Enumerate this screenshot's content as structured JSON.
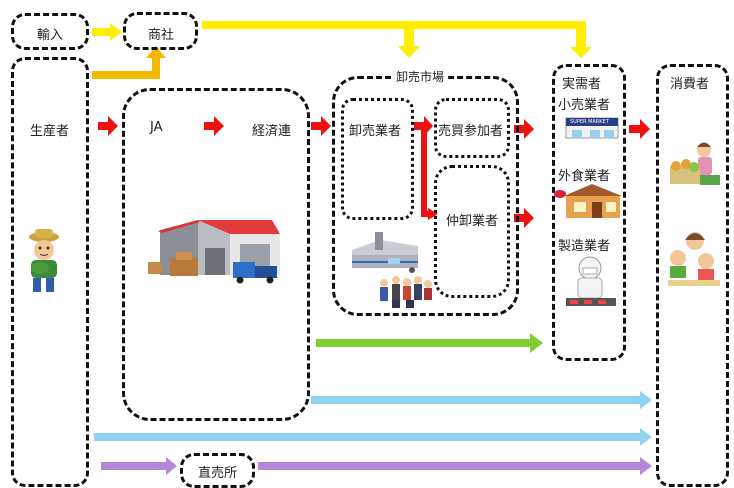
{
  "nodes": {
    "import": "輸入",
    "trading": "商社",
    "producer": "生産者",
    "ja": "JA",
    "keizairen": "経済連",
    "wholesale_market": "卸売市場",
    "wholesaler": "卸売業者",
    "participant": "売買参加者",
    "intermediate": "仲卸業者",
    "demand": "実需者",
    "retail": "小売業者",
    "food_service": "外食業者",
    "manufacturer": "製造業者",
    "consumer": "消費者",
    "direct_store": "直売所"
  },
  "supermarket_sign": "SUPER MARKET",
  "colors": {
    "yellow": "#ffee00",
    "orange": "#f5b800",
    "red": "#ee1111",
    "green": "#7fcc33",
    "light_blue": "#8fd3f0",
    "purple": "#b686d8"
  }
}
